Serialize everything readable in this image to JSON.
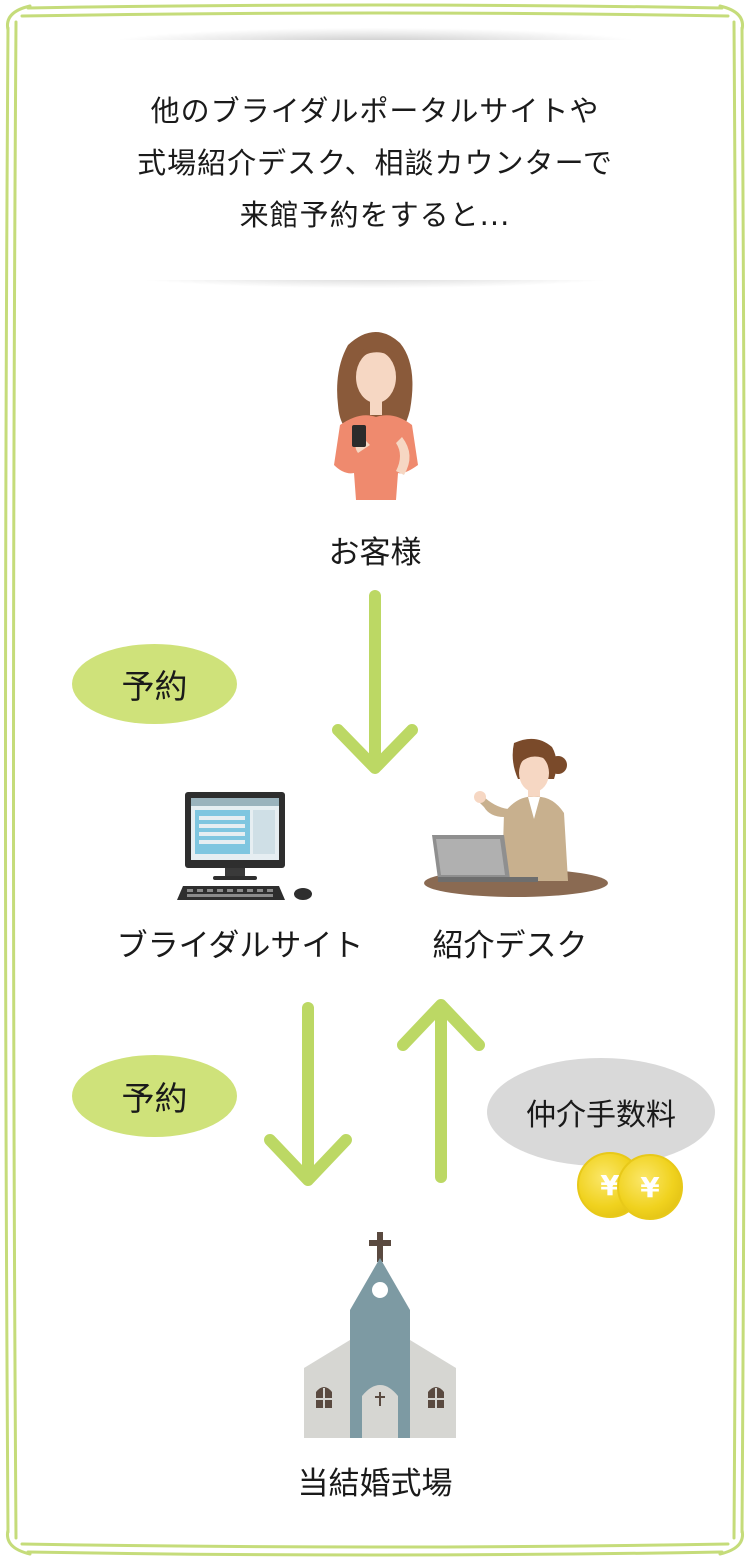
{
  "header": {
    "lines": [
      "他のブライダルポータルサイトや",
      "式場紹介デスク、相談カウンターで",
      "来館予約をすると..."
    ]
  },
  "nodes": {
    "customer": "お客様",
    "bridal_site": "ブライダルサイト",
    "intro_desk": "紹介デスク",
    "venue": "当結婚式場"
  },
  "pills": {
    "reserve_top": "予約",
    "reserve_bottom": "予約",
    "fee": "仲介手数料"
  },
  "coins": {
    "symbol": "¥"
  },
  "colors": {
    "accent_green": "#b9d65f",
    "pill_green": "#cfe27a",
    "pill_gray": "#d9d9d9",
    "church": "#7d9aa3"
  },
  "icons": [
    "woman-with-phone-icon",
    "computer-icon",
    "receptionist-icon",
    "church-icon",
    "yen-coin-icon"
  ]
}
